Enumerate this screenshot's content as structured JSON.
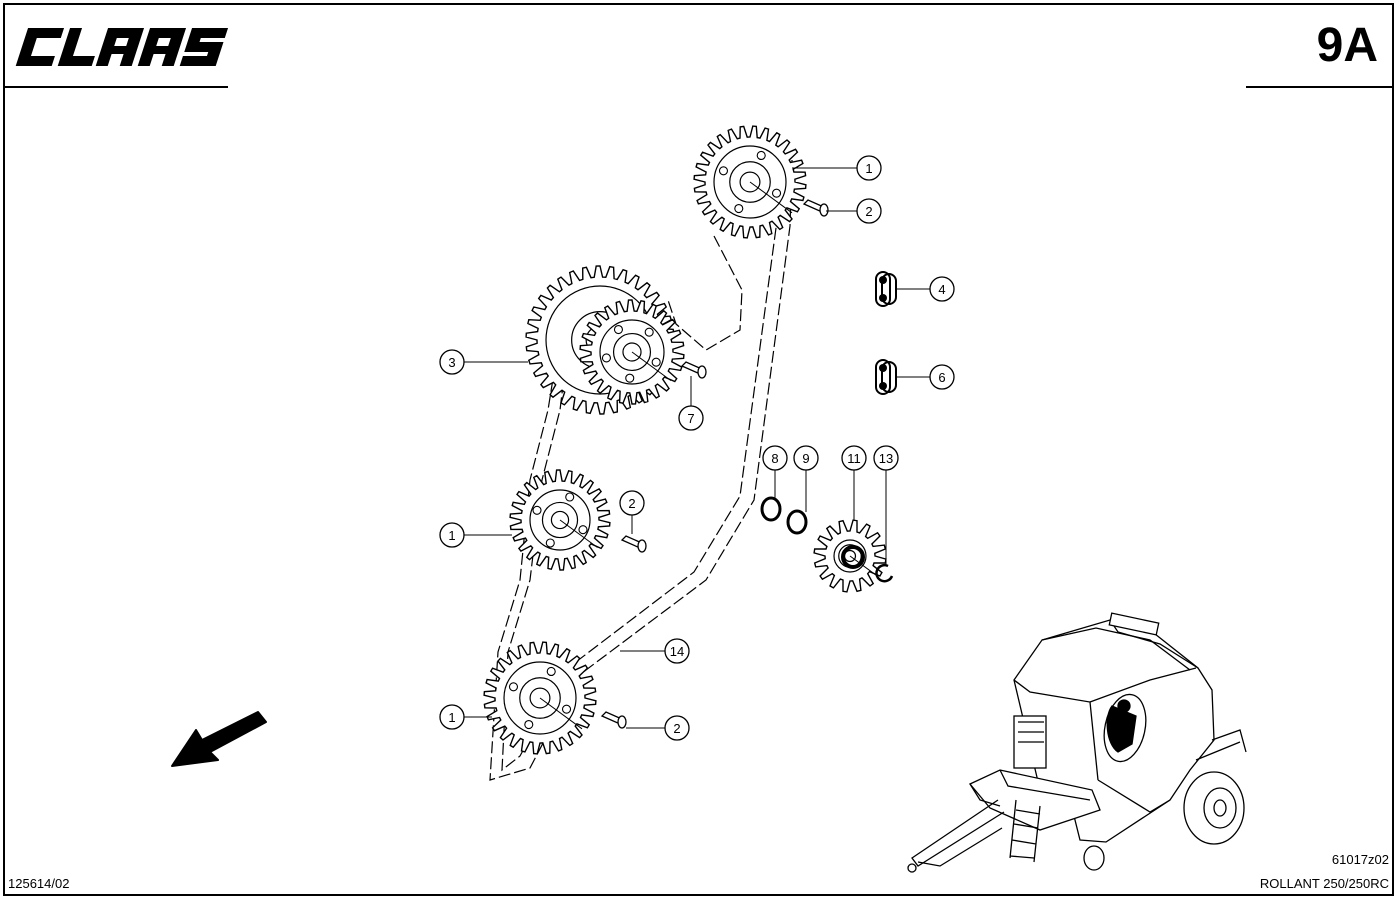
{
  "header": {
    "brand": "CLAAS",
    "page_code": "9A"
  },
  "footer": {
    "doc_number": "125614/02",
    "drawing_number": "61017z02",
    "model": "ROLLANT 250/250RC"
  },
  "callouts": [
    {
      "label": "1",
      "part": "upper-sprocket"
    },
    {
      "label": "2",
      "part": "upper-key"
    },
    {
      "label": "3",
      "part": "double-sprocket"
    },
    {
      "label": "4",
      "part": "connecting-link"
    },
    {
      "label": "6",
      "part": "offset-link"
    },
    {
      "label": "7",
      "part": "middle-key"
    },
    {
      "label": "8",
      "part": "washer"
    },
    {
      "label": "9",
      "part": "spacer-ring"
    },
    {
      "label": "11",
      "part": "tension-sprocket"
    },
    {
      "label": "13",
      "part": "circlip"
    },
    {
      "label": "1",
      "part": "middle-sprocket"
    },
    {
      "label": "2",
      "part": "middle-key-2"
    },
    {
      "label": "14",
      "part": "roller-chain"
    },
    {
      "label": "1",
      "part": "lower-sprocket"
    },
    {
      "label": "2",
      "part": "lower-key"
    }
  ],
  "icons": {
    "direction": "direction-arrow-icon",
    "machine": "round-baler-illustration"
  }
}
